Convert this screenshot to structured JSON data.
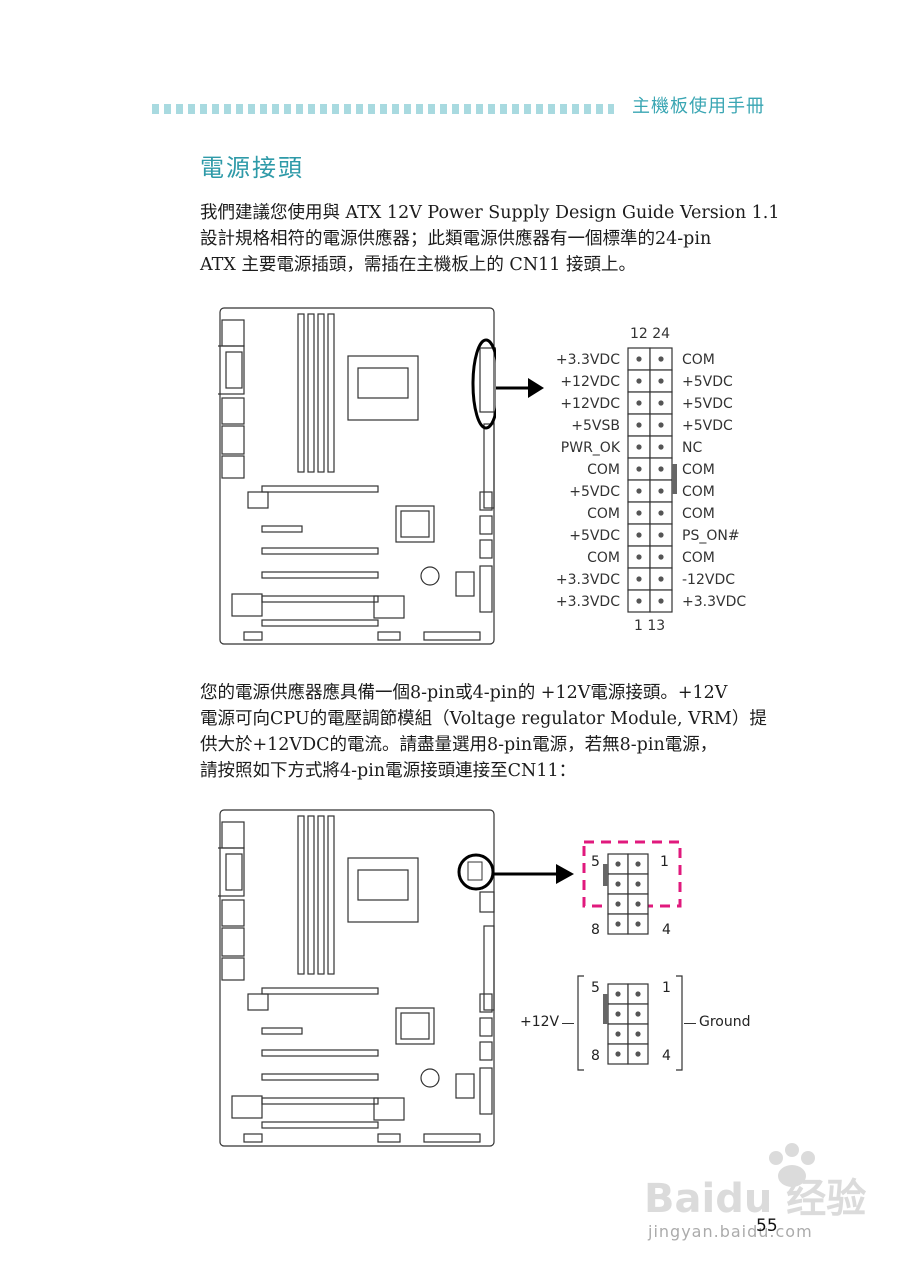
{
  "header": {
    "title": "主機板使用手冊"
  },
  "section": {
    "title": "電源接頭"
  },
  "para1": {
    "lines": [
      "我們建議您使用與 ATX 12V Power Supply Design Guide Version 1.1",
      "設計規格相符的電源供應器；此類電源供應器有一個標準的24-pin",
      "ATX 主要電源插頭，需插在主機板上的 CN11 接頭上。"
    ]
  },
  "connector24": {
    "top_label": "12 24",
    "bottom_label": "1 13",
    "left_labels": [
      "+3.3VDC",
      "+12VDC",
      "+12VDC",
      "+5VSB",
      "PWR_OK",
      "COM",
      "+5VDC",
      "COM",
      "+5VDC",
      "COM",
      "+3.3VDC",
      "+3.3VDC"
    ],
    "right_labels": [
      "COM",
      "+5VDC",
      "+5VDC",
      "+5VDC",
      "NC",
      "COM",
      "COM",
      "COM",
      "PS_ON#",
      "COM",
      "-12VDC",
      "+3.3VDC"
    ]
  },
  "para2": {
    "lines": [
      "您的電源供應器應具備一個8-pin或4-pin的 +12V電源接頭。+12V",
      "電源可向CPU的電壓調節模組（Voltage regulator Module, VRM）提",
      "供大於+12VDC的電流。請盡量選用8-pin電源，若無8-pin電源，",
      "請按照如下方式將4-pin電源接頭連接至CN11："
    ]
  },
  "connector8": {
    "pin5": "5",
    "pin1": "1",
    "pin8": "8",
    "pin4": "4",
    "left_label": "+12V",
    "right_label": "Ground",
    "highlight_color": "#e0197d"
  },
  "page": {
    "number": "55"
  },
  "watermark": {
    "brand": "Baidu 经验",
    "url": "jingyan.baidu.com"
  }
}
